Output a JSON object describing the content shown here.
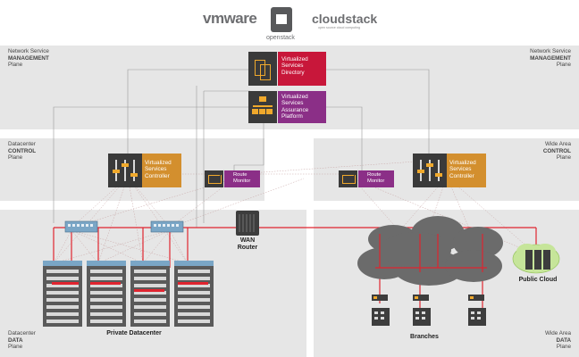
{
  "logos": {
    "vmware": "vmware",
    "openstack": "openstack",
    "cloudstack": "cloudstack",
    "cloudstack_sub": "open source cloud computing"
  },
  "planes": {
    "ns_mgmt_left": [
      "Network Service",
      "MANAGEMENT",
      "Plane"
    ],
    "ns_mgmt_right": [
      "Network Service",
      "MANAGEMENT",
      "Plane"
    ],
    "dc_control": [
      "Datacenter",
      "CONTROL",
      "Plane"
    ],
    "wa_control": [
      "Wide Area",
      "CONTROL",
      "Plane"
    ],
    "dc_data": [
      "Datacenter",
      "DATA",
      "Plane"
    ],
    "wa_data": [
      "Wide Area",
      "DATA",
      "Plane"
    ]
  },
  "boxes": {
    "vsd": [
      "Virtualized",
      "Services",
      "Directory"
    ],
    "vsap": [
      "Virtualized",
      "Services",
      "Assurance",
      "Platform"
    ],
    "vsc_left": [
      "Virtualized",
      "Services",
      "Controller"
    ],
    "vsc_right": [
      "Virtualized",
      "Services",
      "Controller"
    ],
    "route_monitor_left": [
      "Route",
      "Monitor"
    ],
    "route_monitor_right": [
      "Route",
      "Monitor"
    ]
  },
  "nodes": {
    "wan_router": [
      "WAN",
      "Router"
    ],
    "private_datacenter": "Private Datacenter",
    "public_cloud": "Public Cloud",
    "branches": "Branches"
  },
  "colors": {
    "plane_bg": "#e6e6e6",
    "directory_red": "#c8173a",
    "assurance_purple": "#8b2f87",
    "controller_orange": "#d38f2e",
    "red_link": "#e0242f",
    "rack_dark": "#4a4a4a"
  }
}
